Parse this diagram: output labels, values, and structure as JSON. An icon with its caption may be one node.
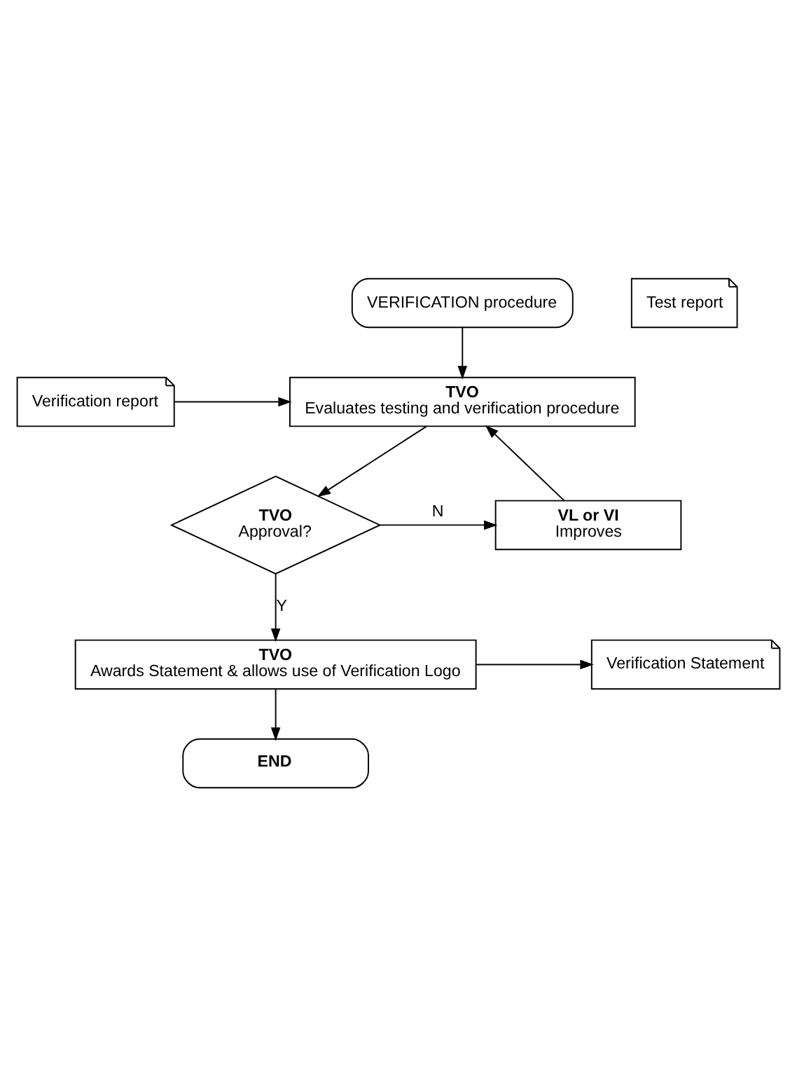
{
  "diagram": {
    "nodes": [
      {
        "text": [
          "VERIFICATION procedure"
        ]
      },
      {
        "text": [
          "TVO",
          "Evaluates testing and verification procedure"
        ]
      },
      {
        "text": [
          "Test report"
        ]
      },
      {
        "text": [
          "Verification report"
        ]
      },
      {
        "text": [
          "TVO",
          "Approval?"
        ]
      },
      {
        "text": [
          "VL or VI",
          "Improves"
        ]
      },
      {
        "text": [
          "TVO",
          "Awards Statement & allows use of Verification Logo"
        ]
      },
      {
        "text": [
          "Verification Statement"
        ]
      },
      {
        "text": [
          "END"
        ]
      }
    ],
    "edges": [
      {
        "from": 0,
        "to": 1,
        "arrow": "to"
      },
      {
        "from": 3,
        "to": 1,
        "arrow": "to"
      },
      {
        "from": 1,
        "to": 4,
        "arrow": "to"
      },
      {
        "from": 4,
        "to": 5,
        "arrow": "to",
        "label": "N"
      },
      {
        "from": 5,
        "to": 1,
        "arrow": "to"
      },
      {
        "from": 4,
        "to": 6,
        "arrow": "to",
        "label": "Y"
      },
      {
        "from": 6,
        "to": 7,
        "arrow": "to"
      },
      {
        "from": 6,
        "to": 8,
        "arrow": "to"
      }
    ]
  }
}
